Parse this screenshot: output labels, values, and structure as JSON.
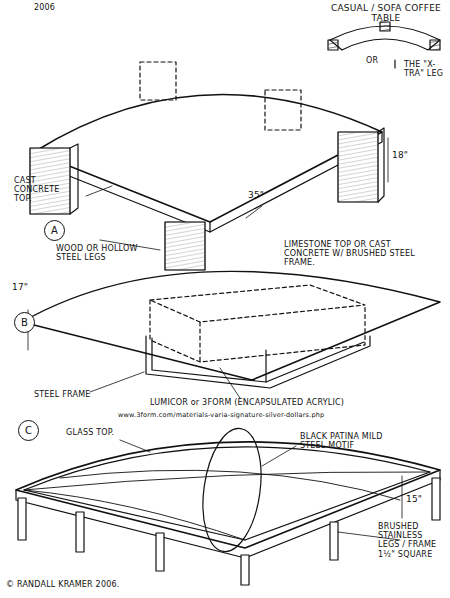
{
  "diagram": {
    "title": "CASUAL / SOFA COFFEE TABLE",
    "nodes": [
      {
        "text": [
          "A"
        ]
      },
      {
        "text": [
          "B"
        ]
      },
      {
        "text": [
          "C"
        ]
      }
    ],
    "labels": [
      "2006",
      "OR",
      "THE \"X-TRA\" LEG",
      "18\"",
      "CAST CONCRETE TOP.",
      "35\"",
      "WOOD OR HOLLOW STEEL LEGS",
      "LIMESTONE TOP OR CAST CONCRETE W/ BRUSHED STEEL FRAME.",
      "17\"",
      "STEEL FRAME",
      "LUMICOR or 3FORM (ENCAPSULATED ACRYLIC)",
      "www.3form.com/materials-varia-signature-silver-dollars.php",
      "GLASS TOP.",
      "BLACK PATINA MILD STEEL MOTIF",
      "15\"",
      "BRUSHED STAINLESS LEGS / FRAME 1½\" SQUARE",
      "© RANDALL KRAMER 2006."
    ]
  }
}
